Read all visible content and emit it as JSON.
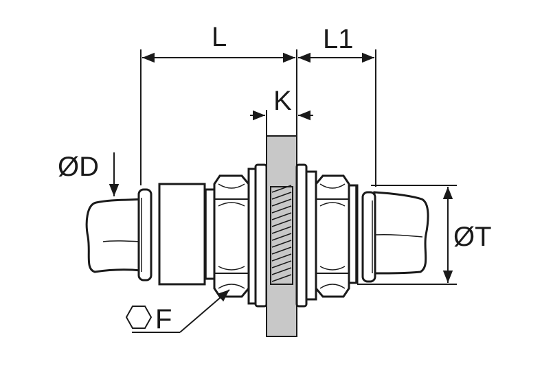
{
  "labels": {
    "length": "L",
    "length1": "L1",
    "panel_thickness": "K",
    "tube_diameter": "ØD",
    "outer_diameter": "ØT",
    "hex_size": "F"
  },
  "colors": {
    "line": "#1a1a1a",
    "panel_fill": "#c8c8c8",
    "background": "#ffffff"
  },
  "icons": {
    "hex_symbol": "hexagon-icon"
  }
}
